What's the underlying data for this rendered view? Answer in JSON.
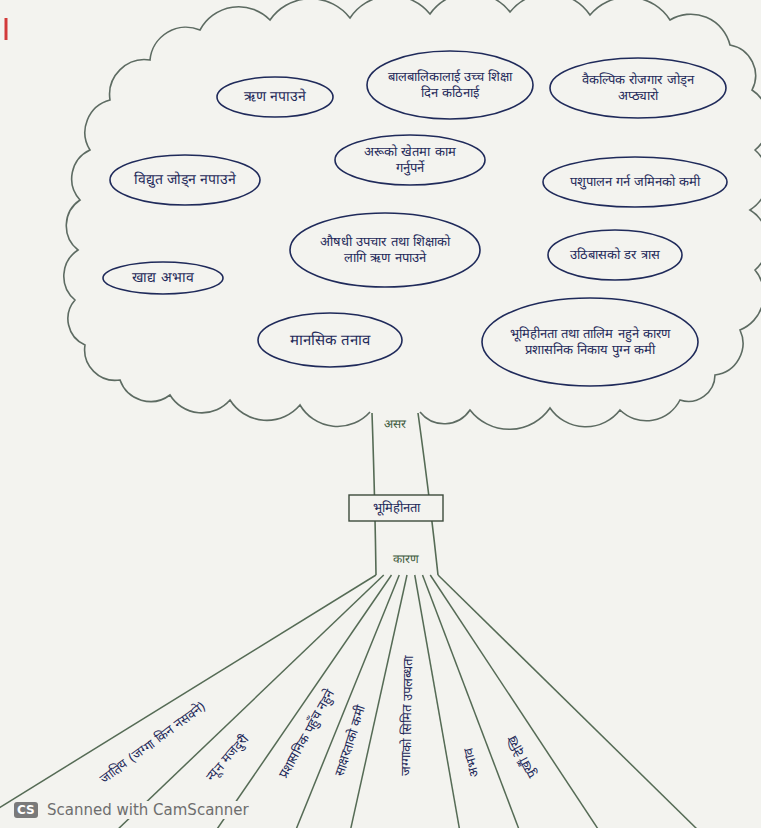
{
  "diagram": {
    "nodes": [
      {
        "text": [
          "ऋण नपाउने"
        ]
      },
      {
        "text": [
          "बालबालिकालाई उच्च शिक्षा दिन कठिनाई"
        ]
      },
      {
        "text": [
          "वैकल्पिक रोजगार जोड्न अप्ठ्यारो"
        ]
      },
      {
        "text": [
          "विद्युत जोड्न नपाउने"
        ]
      },
      {
        "text": [
          "अरूको खेतमा काम गर्नुपर्ने"
        ]
      },
      {
        "text": [
          "पशुपालन गर्न जमिनको कमी"
        ]
      },
      {
        "text": [
          "औषधी उपचार तथा शिक्षाको लागि ऋण नपाउने"
        ]
      },
      {
        "text": [
          "उठिबासको डर त्रास"
        ]
      },
      {
        "text": [
          "खाद्य अभाव"
        ]
      },
      {
        "text": [
          "मानसिक तनाव"
        ]
      },
      {
        "text": [
          "भूमिहीनता तथा तालिम नहुने कारण प्रशासनिक निकाय पुग्न कमी"
        ]
      },
      {
        "text": [
          "भूमिहीनता"
        ]
      }
    ],
    "labels": [
      "असर",
      "कारण",
      "जातिय (जग्गा किन नसक्ने)",
      "न्यून मजदुरी",
      "प्रशासनिक पहुँच नहुने",
      "साक्षरताको कमी",
      "जग्गाको सिमित उपलब्धता",
      "अभाव",
      "पुर्खौं देखि",
      "CS",
      "Scanned with CamScanner"
    ]
  }
}
